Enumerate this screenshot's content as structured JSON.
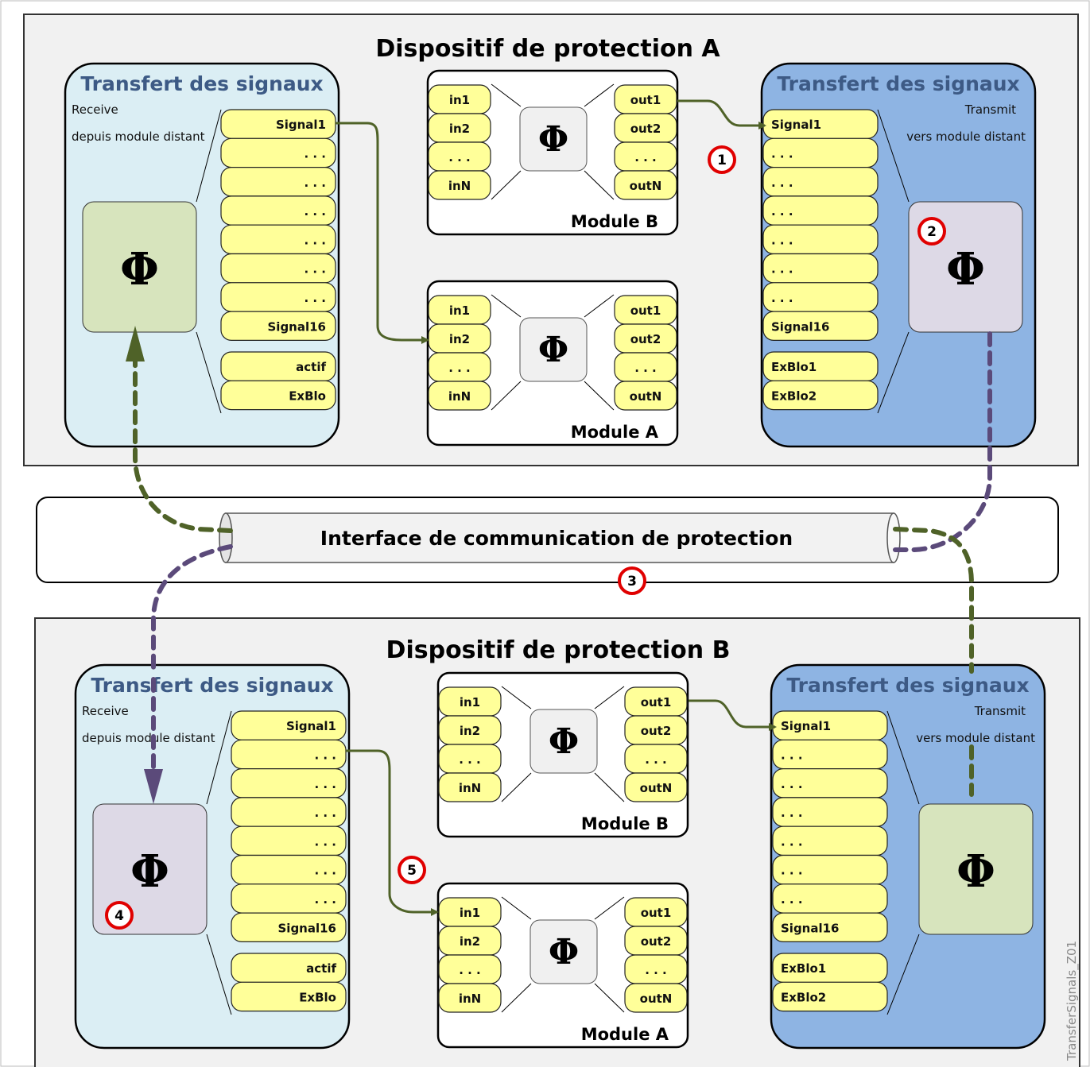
{
  "device_a": {
    "title": "Dispositif de protection A",
    "rx": {
      "title": "Transfert des signaux",
      "line1": "Receive",
      "line2": "depuis module distant",
      "signals": [
        "Signal1",
        ". . .",
        ". . .",
        ". . .",
        ". . .",
        ". . .",
        ". . .",
        "Signal16"
      ],
      "extra": [
        "actif",
        "ExBlo"
      ],
      "phi": "Φ"
    },
    "tx": {
      "title": "Transfert des signaux",
      "line1": "Transmit",
      "line2": "vers module distant",
      "signals": [
        "Signal1",
        ". . .",
        ". . .",
        ". . .",
        ". . .",
        ". . .",
        ". . .",
        "Signal16"
      ],
      "extra": [
        "ExBlo1",
        "ExBlo2"
      ],
      "phi": "Φ"
    },
    "module_b": {
      "label": "Module B",
      "inputs": [
        "in1",
        "in2",
        ". . .",
        "inN"
      ],
      "outputs": [
        "out1",
        "out2",
        ". . .",
        "outN"
      ],
      "phi": "Φ"
    },
    "module_a": {
      "label": "Module A",
      "inputs": [
        "in1",
        "in2",
        ". . .",
        "inN"
      ],
      "outputs": [
        "out1",
        "out2",
        ". . .",
        "outN"
      ],
      "phi": "Φ"
    }
  },
  "device_b": {
    "title": "Dispositif de protection B",
    "rx": {
      "title": "Transfert des signaux",
      "line1": "Receive",
      "line2": "depuis module distant",
      "signals": [
        "Signal1",
        ". . .",
        ". . .",
        ". . .",
        ". . .",
        ". . .",
        ". . .",
        "Signal16"
      ],
      "extra": [
        "actif",
        "ExBlo"
      ],
      "phi": "Φ"
    },
    "tx": {
      "title": "Transfert des signaux",
      "line1": "Transmit",
      "line2": "vers module distant",
      "signals": [
        "Signal1",
        ". . .",
        ". . .",
        ". . .",
        ". . .",
        ". . .",
        ". . .",
        "Signal16"
      ],
      "extra": [
        "ExBlo1",
        "ExBlo2"
      ],
      "phi": "Φ"
    },
    "module_b": {
      "label": "Module B",
      "inputs": [
        "in1",
        "in2",
        ". . .",
        "inN"
      ],
      "outputs": [
        "out1",
        "out2",
        ". . .",
        "outN"
      ],
      "phi": "Φ"
    },
    "module_a": {
      "label": "Module A",
      "inputs": [
        "in1",
        "in2",
        ". . .",
        "inN"
      ],
      "outputs": [
        "out1",
        "out2",
        ". . .",
        "outN"
      ],
      "phi": "Φ"
    }
  },
  "interface": {
    "label": "Interface de communication de protection"
  },
  "markers": [
    "1",
    "2",
    "3",
    "4",
    "5"
  ],
  "side_label": "TransferSignals_Z01",
  "colors": {
    "device_bg": "#f1f1f1",
    "rx_bg": "#dbeef4",
    "tx_bg": "#8eb4e3",
    "cell": "#ffff99",
    "phi_green": "#d7e4bd",
    "phi_purple": "#ddd9e6",
    "phi_gray": "#f0f0f0",
    "arrow_green": "#4f6228",
    "dash_green": "#4f6228",
    "dash_purple": "#5b4a7a",
    "marker_ring": "#e00000",
    "title_blue": "#3d5a85"
  }
}
